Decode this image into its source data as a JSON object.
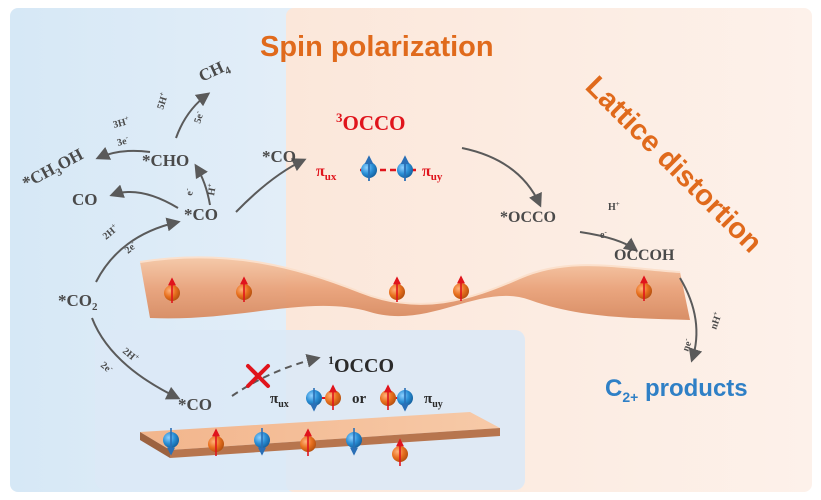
{
  "titles": {
    "spin": "Spin polarization",
    "lattice": "Lattice distortion",
    "products": "C",
    "products_sub": "2+",
    "products_tail": " products"
  },
  "species": {
    "ch3oh_pre": "*CH",
    "ch3oh_sub": "3",
    "ch3oh_post": "OH",
    "cho": "*CHO",
    "ch4": "CH",
    "ch4_sub": "4",
    "co_free": "CO",
    "co_top": "*CO",
    "co_mid": "*CO",
    "co_bottom": "*CO",
    "co2_pre": "*CO",
    "co2_sub": "2",
    "occo": "*OCCO",
    "occoh": "OCCOH"
  },
  "triplet": {
    "sup": "3",
    "label": "OCCO",
    "pi_left": "π",
    "pi_left_sub": "ux",
    "pi_right": "π",
    "pi_right_sub": "uy"
  },
  "singlet": {
    "sup": "1",
    "label": "OCCO",
    "pi_left": "π",
    "pi_left_sub": "ux",
    "or": "or",
    "pi_right": "π",
    "pi_right_sub": "uy"
  },
  "step_labels": {
    "h3": "3H",
    "plus": "+",
    "e3": "3e",
    "minus": "-",
    "h5": "5H",
    "e5": "5e",
    "h1": "H",
    "e1": "e",
    "h2": "2H",
    "e2": "2e",
    "nh": "nH",
    "ne": "ne"
  },
  "colors": {
    "title_orange": "#e06a1c",
    "red": "#e0141c",
    "blue_text": "#2f80c6",
    "sphere_orange": "#e8701e",
    "sphere_blue": "#2a8fd6",
    "arrow_gray": "#5a5a5a"
  }
}
